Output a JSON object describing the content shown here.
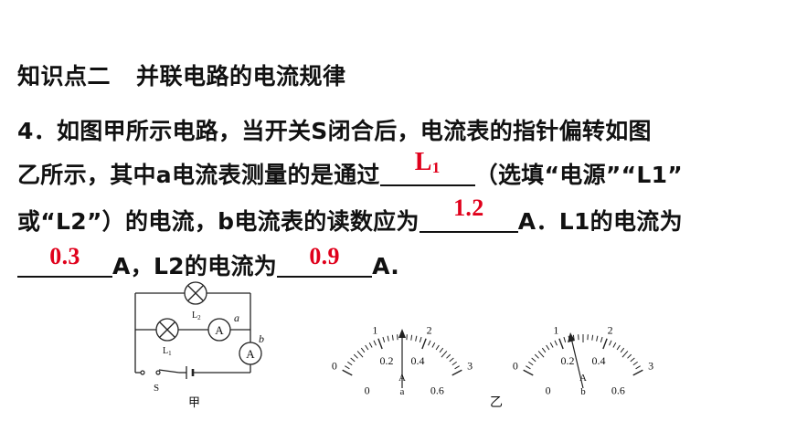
{
  "heading": {
    "part1": "知识点二",
    "part2": "并联电路的电流规律"
  },
  "question": {
    "line1": "4．如图甲所示电路，当开关S闭合后，电流表的指针偏转如图",
    "line2_a": "乙所示，其中a电流表测量的是通过",
    "line2_b": "（选填“电源”“L1”",
    "line3_a": "或“L2”）的电流，b电流表的读数应为",
    "line3_b": "A．L1的电流为",
    "line4_a": "A，L2的电流为",
    "line4_b": "A."
  },
  "answers": {
    "blank1_main": "L",
    "blank1_sub": "1",
    "blank2": "1.2",
    "blank3": "0.3",
    "blank4": "0.9"
  },
  "circuit": {
    "lamp_top": "L",
    "lamp_top_sub": "2",
    "lamp_mid": "L",
    "lamp_mid_sub": "1",
    "meter_a": "A",
    "meter_a_label": "a",
    "meter_b": "A",
    "meter_b_label": "b",
    "switch": "S",
    "caption": "甲"
  },
  "meter_a": {
    "top_scale": [
      "0",
      "1",
      "2",
      "3"
    ],
    "bottom_scale": [
      "0",
      "0.2",
      "0.4",
      "0.6"
    ],
    "symbol": "A",
    "label": "a",
    "pointer_value_small_range": 0.24
  },
  "meter_b": {
    "top_scale": [
      "0",
      "1",
      "2",
      "3"
    ],
    "bottom_scale": [
      "0",
      "0.2",
      "0.4",
      "0.6"
    ],
    "symbol": "A",
    "label": "b",
    "pointer_value_small_range": 0.24
  },
  "figure_caption": "乙"
}
